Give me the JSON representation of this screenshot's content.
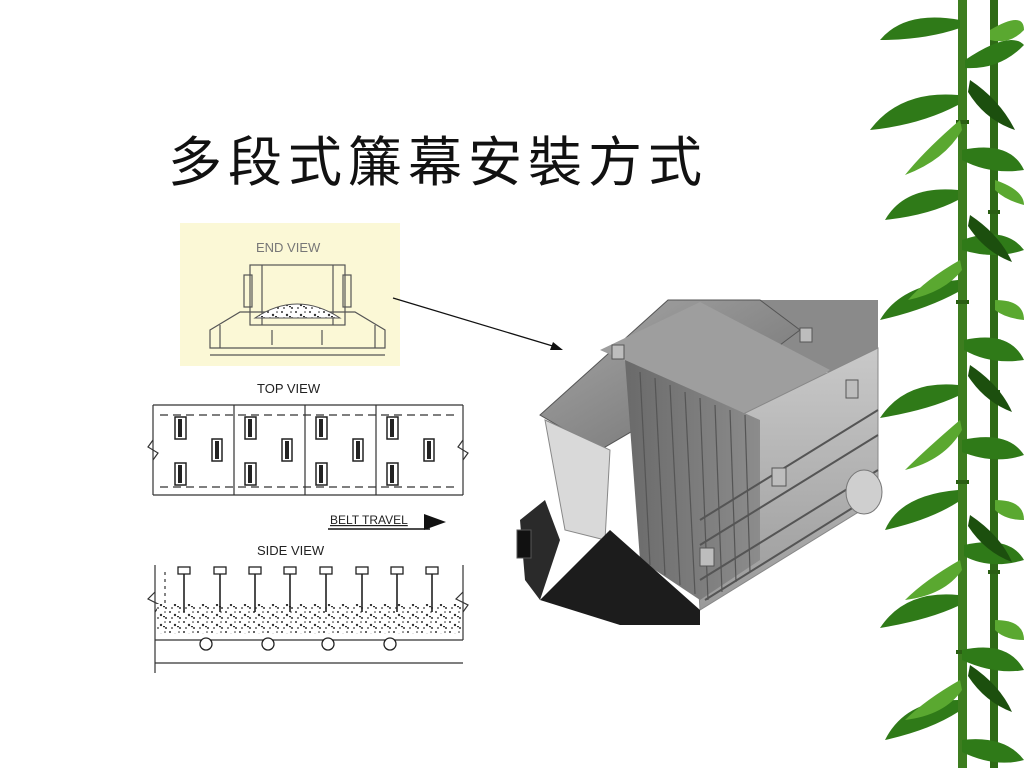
{
  "slide": {
    "title": "多段式簾幕安裝方式"
  },
  "diagram": {
    "end_view_label": "END VIEW",
    "top_view_label": "TOP VIEW",
    "belt_travel_label": "BELT TRAVEL",
    "side_view_label": "SIDE VIEW"
  },
  "colors": {
    "end_view_panel": "#fbf8d6",
    "bamboo_dark": "#1f5a14",
    "bamboo_mid": "#3f8a26",
    "bamboo_light": "#7cbf4a"
  },
  "icons": [
    "bamboo-decoration",
    "arrow-icon",
    "belt-travel-arrow-icon"
  ]
}
